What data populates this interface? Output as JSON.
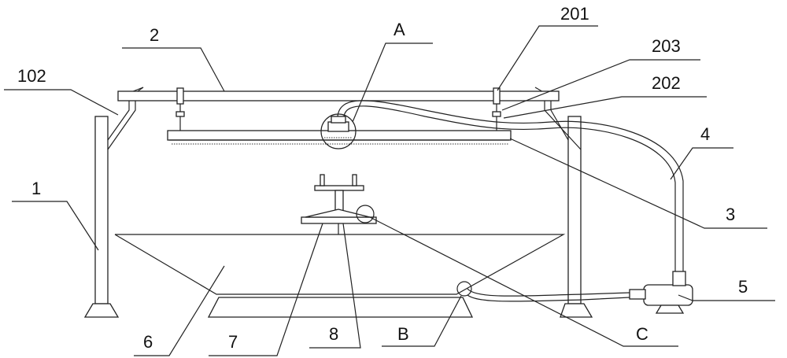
{
  "labels": {
    "l1": "1",
    "l102": "102",
    "l2": "2",
    "lA": "A",
    "l201": "201",
    "l203": "203",
    "l202": "202",
    "l4": "4",
    "l3": "3",
    "l5": "5",
    "l6": "6",
    "l7": "7",
    "l8": "8",
    "lB": "B",
    "lC": "C"
  }
}
